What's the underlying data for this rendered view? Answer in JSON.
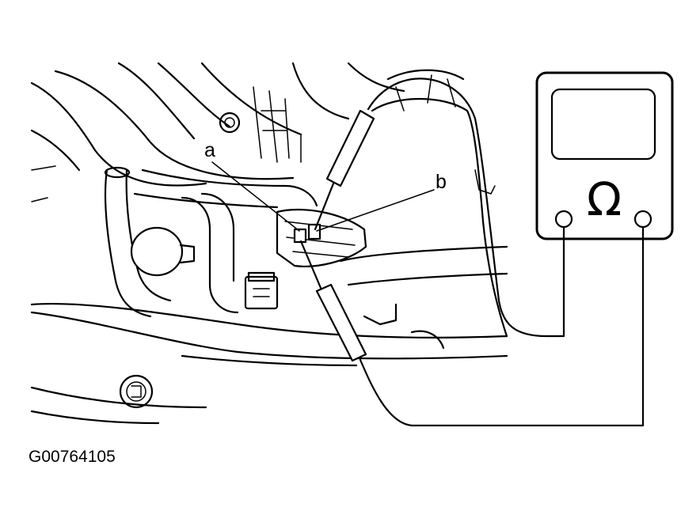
{
  "diagram": {
    "callouts": {
      "a": "a",
      "b": "b"
    },
    "meter": {
      "symbol": "Ω",
      "icon": "ohmmeter-icon"
    },
    "figure_code": "G00764105",
    "colors": {
      "ink": "#000000",
      "paper": "#ffffff"
    }
  }
}
